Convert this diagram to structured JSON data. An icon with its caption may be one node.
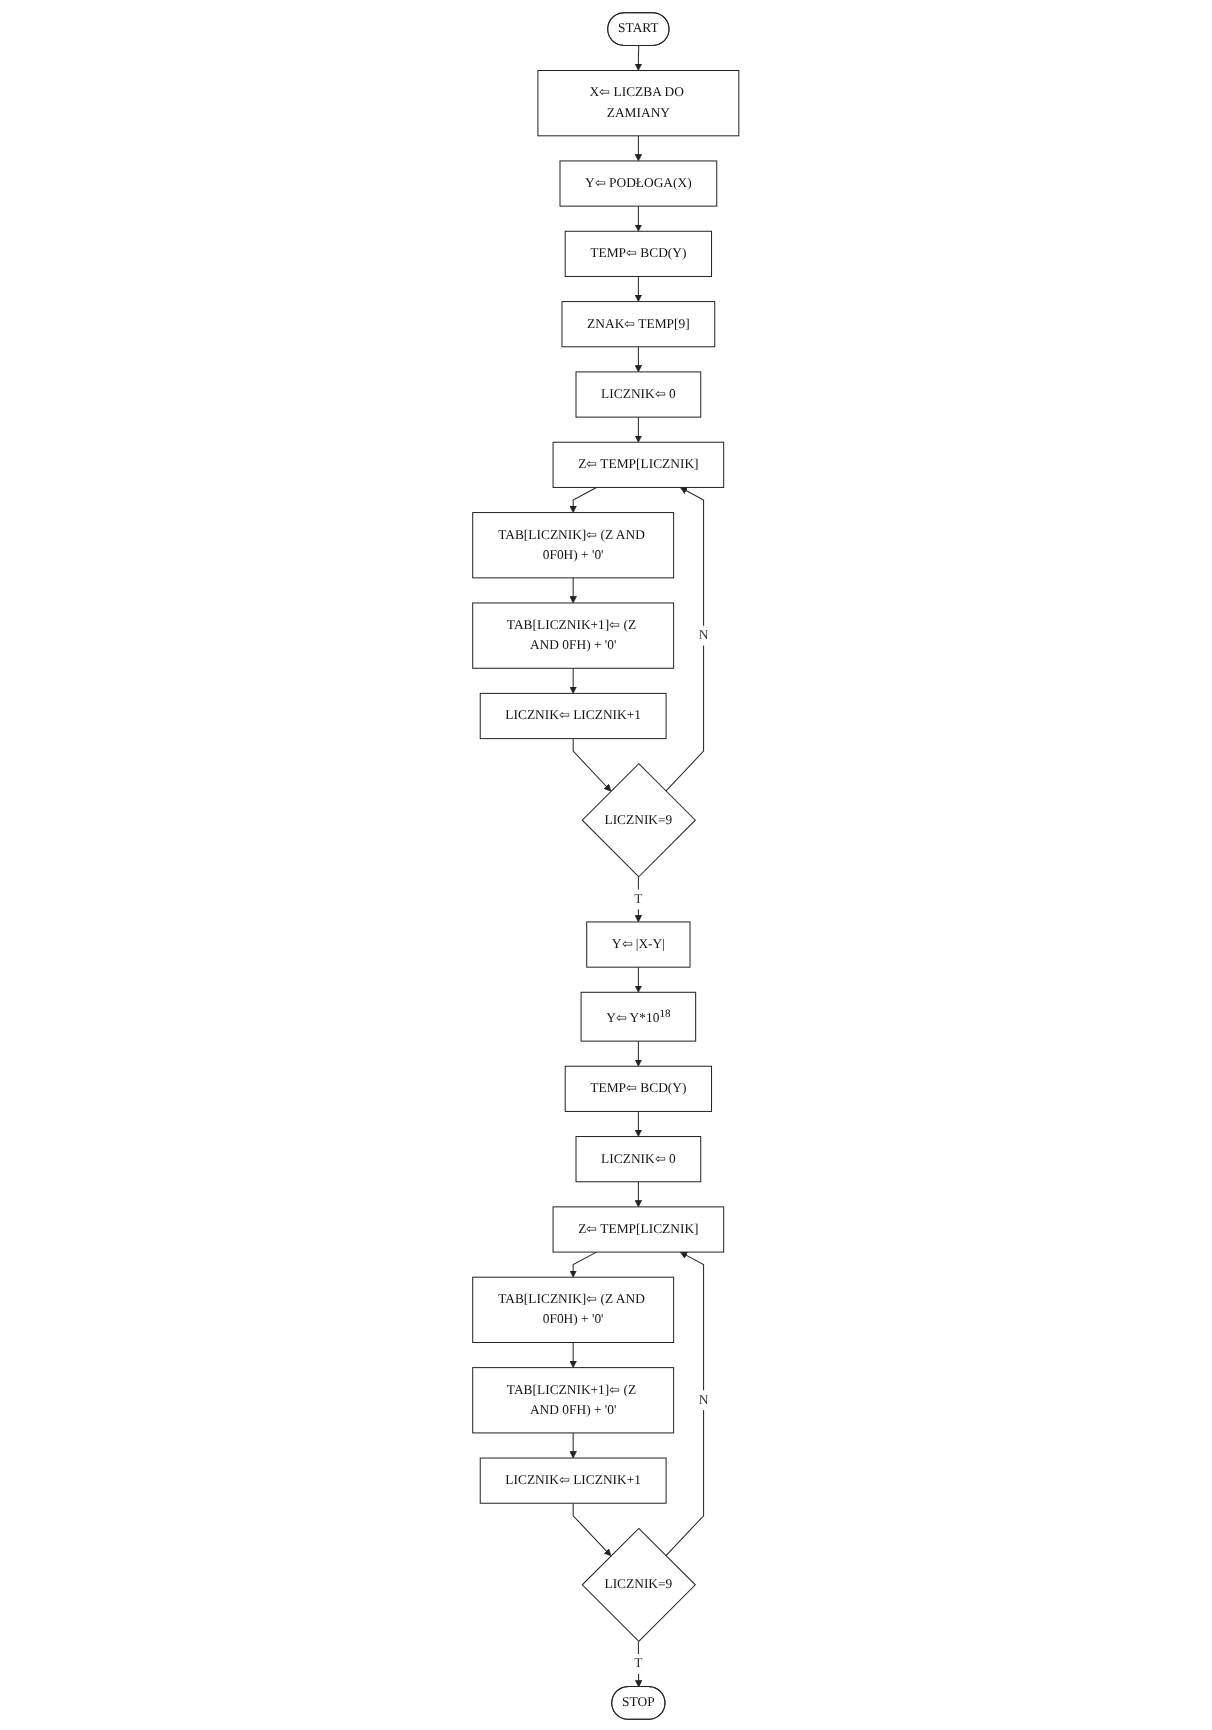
{
  "diagram": {
    "nodes": [
      {
        "text": [
          "Y⇦ |X-Y|"
        ]
      },
      {
        "text": [
          "Y⇦ Y*10$^{18}$"
        ]
      },
      {
        "text": [
          "TEMP⇦ BCD(Y)"
        ]
      },
      {
        "text": [
          "LICZNIK⇦ 0"
        ]
      },
      {
        "text": [
          "Z⇦ TEMP[LICZNIK]"
        ]
      },
      {
        "text": [
          "TAB[LICZNIK]⇦ (Z AND 0F0H) + '0'"
        ]
      },
      {
        "text": [
          "TAB[LICZNIK+1]⇦ (Z AND 0FH) + '0'"
        ]
      },
      {
        "text": [
          "LICZNIK⇦ LICZNIK+1"
        ]
      },
      {
        "text": [
          "LICZNIK=9"
        ]
      },
      {
        "text": [
          "STOP"
        ]
      },
      {
        "text": [
          "START"
        ]
      },
      {
        "text": [
          "X⇦ LICZBA DO ZAMIANY"
        ]
      },
      {
        "text": [
          "Y⇦ PODŁOGA(X)"
        ]
      },
      {
        "text": [
          "TEMP⇦ BCD(Y)"
        ]
      },
      {
        "text": [
          "ZNAK⇦ TEMP[9]"
        ]
      },
      {
        "text": [
          "LICZNIK⇦ 0"
        ]
      },
      {
        "text": [
          "Z⇦ TEMP[LICZNIK]"
        ]
      },
      {
        "text": [
          "TAB[LICZNIK]⇦ (Z AND 0F0H) + '0'"
        ]
      },
      {
        "text": [
          "TAB[LICZNIK+1]⇦ (Z AND 0FH) + '0'"
        ]
      },
      {
        "text": [
          "LICZNIK⇦ LICZNIK+1"
        ]
      },
      {
        "text": [
          "LICZNIK=9"
        ]
      }
    ],
    "edges": [
      {
        "from": 10,
        "to": 11,
        "arrow": "to"
      },
      {
        "from": 11,
        "to": 12,
        "arrow": "to"
      },
      {
        "from": 12,
        "to": 13,
        "arrow": "to"
      },
      {
        "from": 13,
        "to": 14,
        "arrow": "to"
      },
      {
        "from": 14,
        "to": 15,
        "arrow": "to"
      },
      {
        "from": 15,
        "to": 16,
        "arrow": "to"
      },
      {
        "from": 16,
        "to": 17,
        "arrow": "to"
      },
      {
        "from": 17,
        "to": 18,
        "arrow": "to"
      },
      {
        "from": 18,
        "to": 19,
        "arrow": "to"
      },
      {
        "from": 19,
        "to": 20,
        "arrow": "to"
      },
      {
        "from": 20,
        "to": 16,
        "label": "N",
        "arrow": "to"
      },
      {
        "from": 20,
        "to": 0,
        "label": "T",
        "arrow": "to"
      },
      {
        "from": 0,
        "to": 1,
        "arrow": "to"
      },
      {
        "from": 1,
        "to": 2,
        "arrow": "to"
      },
      {
        "from": 2,
        "to": 3,
        "arrow": "to"
      },
      {
        "from": 3,
        "to": 4,
        "arrow": "to"
      },
      {
        "from": 4,
        "to": 5,
        "arrow": "to"
      },
      {
        "from": 5,
        "to": 6,
        "arrow": "to"
      },
      {
        "from": 6,
        "to": 7,
        "arrow": "to"
      },
      {
        "from": 7,
        "to": 8,
        "arrow": "to"
      },
      {
        "from": 8,
        "to": 4,
        "label": "N",
        "arrow": "to"
      },
      {
        "from": 8,
        "to": 9,
        "label": "T",
        "arrow": "to"
      }
    ]
  }
}
